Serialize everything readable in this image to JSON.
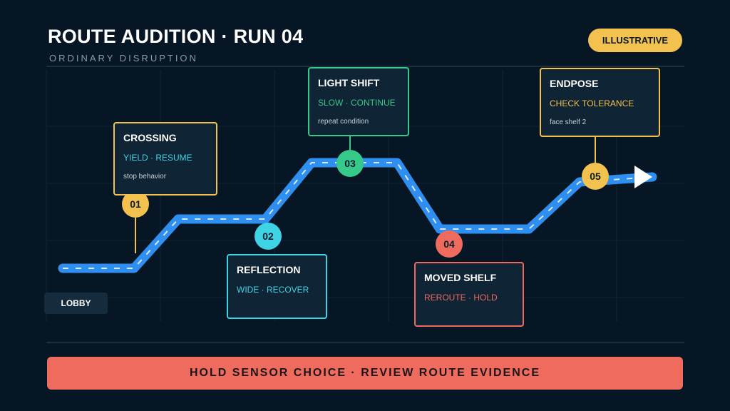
{
  "header": {
    "title": "ROUTE AUDITION · RUN 04",
    "subtitle": "ORDINARY DISRUPTION",
    "badge": "ILLUSTRATIVE"
  },
  "start_label": "LOBBY",
  "banner": "HOLD SENSOR CHOICE · REVIEW ROUTE EVIDENCE",
  "colors": {
    "background": "#071624",
    "route": "#2f8ff0",
    "yellow": "#f2c14e",
    "cyan": "#3fd3e6",
    "green": "#35c98a",
    "red": "#ef6b5e"
  },
  "checkpoints": [
    {
      "number": "01",
      "title": "CROSSING",
      "status": "YIELD · RESUME",
      "note": "stop behavior",
      "color": "#f2c14e"
    },
    {
      "number": "02",
      "title": "REFLECTION",
      "status": "WIDE · RECOVER",
      "note": "",
      "color": "#3fd3e6"
    },
    {
      "number": "03",
      "title": "LIGHT SHIFT",
      "status": "SLOW · CONTINUE",
      "note": "repeat condition",
      "color": "#35c98a"
    },
    {
      "number": "04",
      "title": "MOVED SHELF",
      "status": "REROUTE · HOLD",
      "note": "",
      "color": "#ef6b5e"
    },
    {
      "number": "05",
      "title": "ENDPOSE",
      "status": "CHECK TOLERANCE",
      "note": "face shelf 2",
      "color": "#f2c14e"
    }
  ]
}
